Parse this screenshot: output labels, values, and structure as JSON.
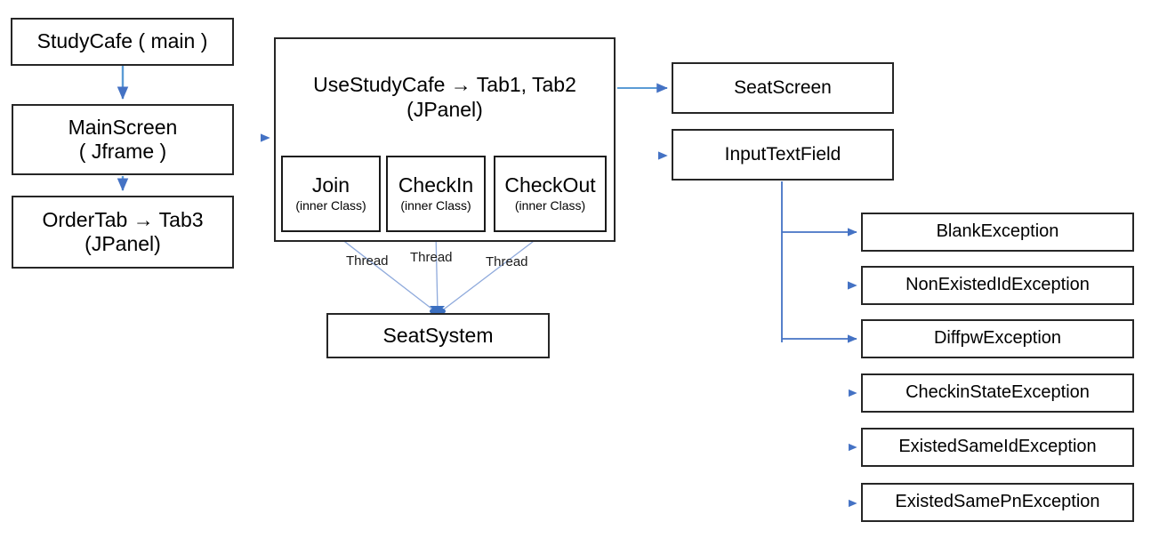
{
  "diagram": {
    "title_present": false,
    "colors": {
      "box_border": "#262626",
      "inner_border": "#1a1a1a",
      "arrow_blue": "#4472C4",
      "arrow_blue_light": "#8FAADC",
      "text": "#000000",
      "background": "#FFFFFF"
    },
    "left_column": {
      "studycafe": {
        "line1": "StudyCafe ( main )",
        "line2": ""
      },
      "mainscreen": {
        "line1": "MainScreen",
        "line2": "( Jframe )"
      },
      "ordertab": {
        "line1": "OrderTab → Tab3",
        "line2": "(JPanel)"
      }
    },
    "center_panel": {
      "line1": "UseStudyCafe → Tab1, Tab2",
      "line2": "(JPanel)",
      "inner_classes": [
        {
          "name": "Join",
          "sub": "(inner Class)"
        },
        {
          "name": "CheckIn",
          "sub": "(inner Class)"
        },
        {
          "name": "CheckOut",
          "sub": "(inner Class)"
        }
      ]
    },
    "seat_system": {
      "label": "SeatSystem"
    },
    "thread_labels": [
      "Thread",
      "Thread",
      "Thread"
    ],
    "right_column": {
      "seat_screen": {
        "label": "SeatScreen"
      },
      "input_text_field": {
        "label": "InputTextField"
      }
    },
    "exceptions": [
      {
        "label": "BlankException"
      },
      {
        "label": "NonExistedIdException"
      },
      {
        "label": "DiffpwException"
      },
      {
        "label": "CheckinStateException"
      },
      {
        "label": "ExistedSameIdException"
      },
      {
        "label": "ExistedSamePnException"
      }
    ]
  }
}
